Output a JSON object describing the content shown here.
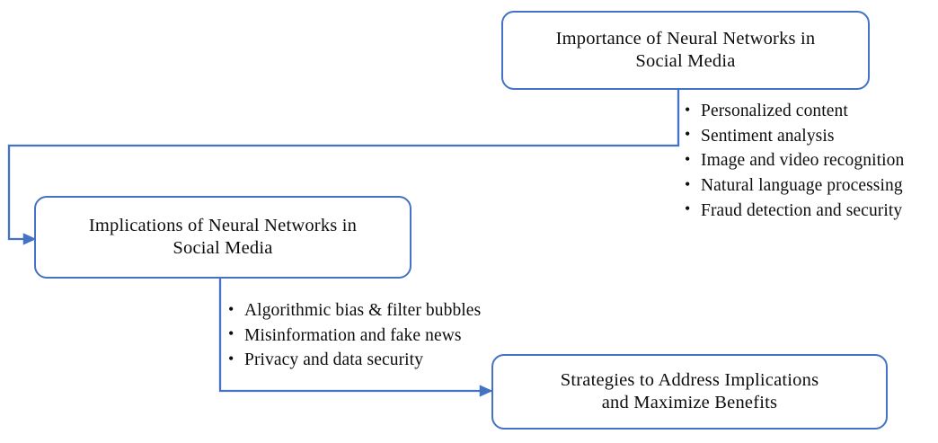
{
  "diagram": {
    "type": "flowchart",
    "accent_color": "#4472C4",
    "text_color": "#0D0D0D",
    "background_color": "#FFFFFF",
    "nodes": [
      {
        "id": "importance",
        "label": "Importance of Neural Networks in Social Media",
        "line1": "Importance of Neural Networks in",
        "line2": "Social Media"
      },
      {
        "id": "implications",
        "label": "Implications of Neural Networks in Social Media",
        "line1": "Implications of Neural Networks in",
        "line2": "Social Media"
      },
      {
        "id": "strategies",
        "label": "Strategies to Address Implications and Maximize Benefits",
        "line1": "Strategies to Address Implications",
        "line2": "and Maximize Benefits"
      }
    ],
    "bullet_lists": [
      {
        "id": "importance-bullets",
        "belongs_to": "importance",
        "items": [
          "Personalized content",
          "Sentiment analysis",
          "Image and video recognition",
          "Natural language processing",
          "Fraud detection and security"
        ]
      },
      {
        "id": "implications-bullets",
        "belongs_to": "implications",
        "items": [
          "Algorithmic bias & filter bubbles",
          "Misinformation and fake news",
          "Privacy and data security"
        ]
      }
    ],
    "connectors": [
      {
        "id": "importance-to-implications",
        "from": "importance",
        "to": "implications",
        "style": "elbow-arrow"
      },
      {
        "id": "implications-to-strategies",
        "from": "implications",
        "to": "strategies",
        "style": "elbow-arrow"
      }
    ]
  }
}
